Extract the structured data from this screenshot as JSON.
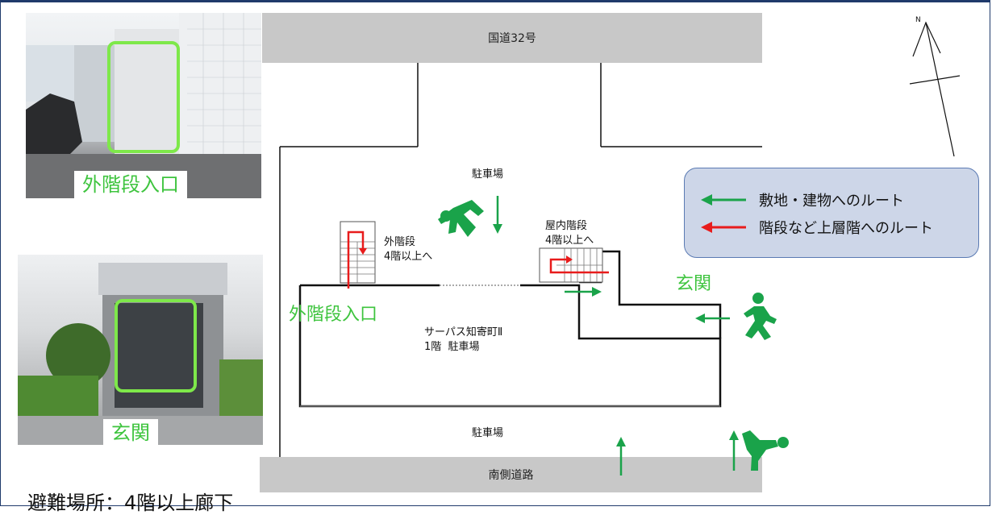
{
  "roads": {
    "north": "国道32号",
    "south": "南側道路"
  },
  "labels": {
    "parking_north": "駐車場",
    "parking_south": "駐車場",
    "outer_stairs": "外階段\n4階以上へ",
    "indoor_stairs": "屋内階段\n4階以上へ",
    "building": "サーパス知寄町Ⅱ\n1階  駐車場",
    "outer_entrance_map": "外階段入口",
    "entrance_map": "玄関"
  },
  "photos": {
    "outer_stairs_caption": "外階段入口",
    "entrance_caption": "玄関"
  },
  "legend": {
    "green_route": "敷地・建物へのルート",
    "red_route": "階段など上層階へのルート"
  },
  "compass": {
    "north": "N"
  },
  "evacuation_note": "避難場所：4階以上廊下",
  "colors": {
    "route_green": "#1aa34a",
    "route_red": "#e81c1c",
    "highlight_green": "#7ee84a",
    "road_gray": "#c8c8c8",
    "legend_bg": "#cdd6e8"
  }
}
